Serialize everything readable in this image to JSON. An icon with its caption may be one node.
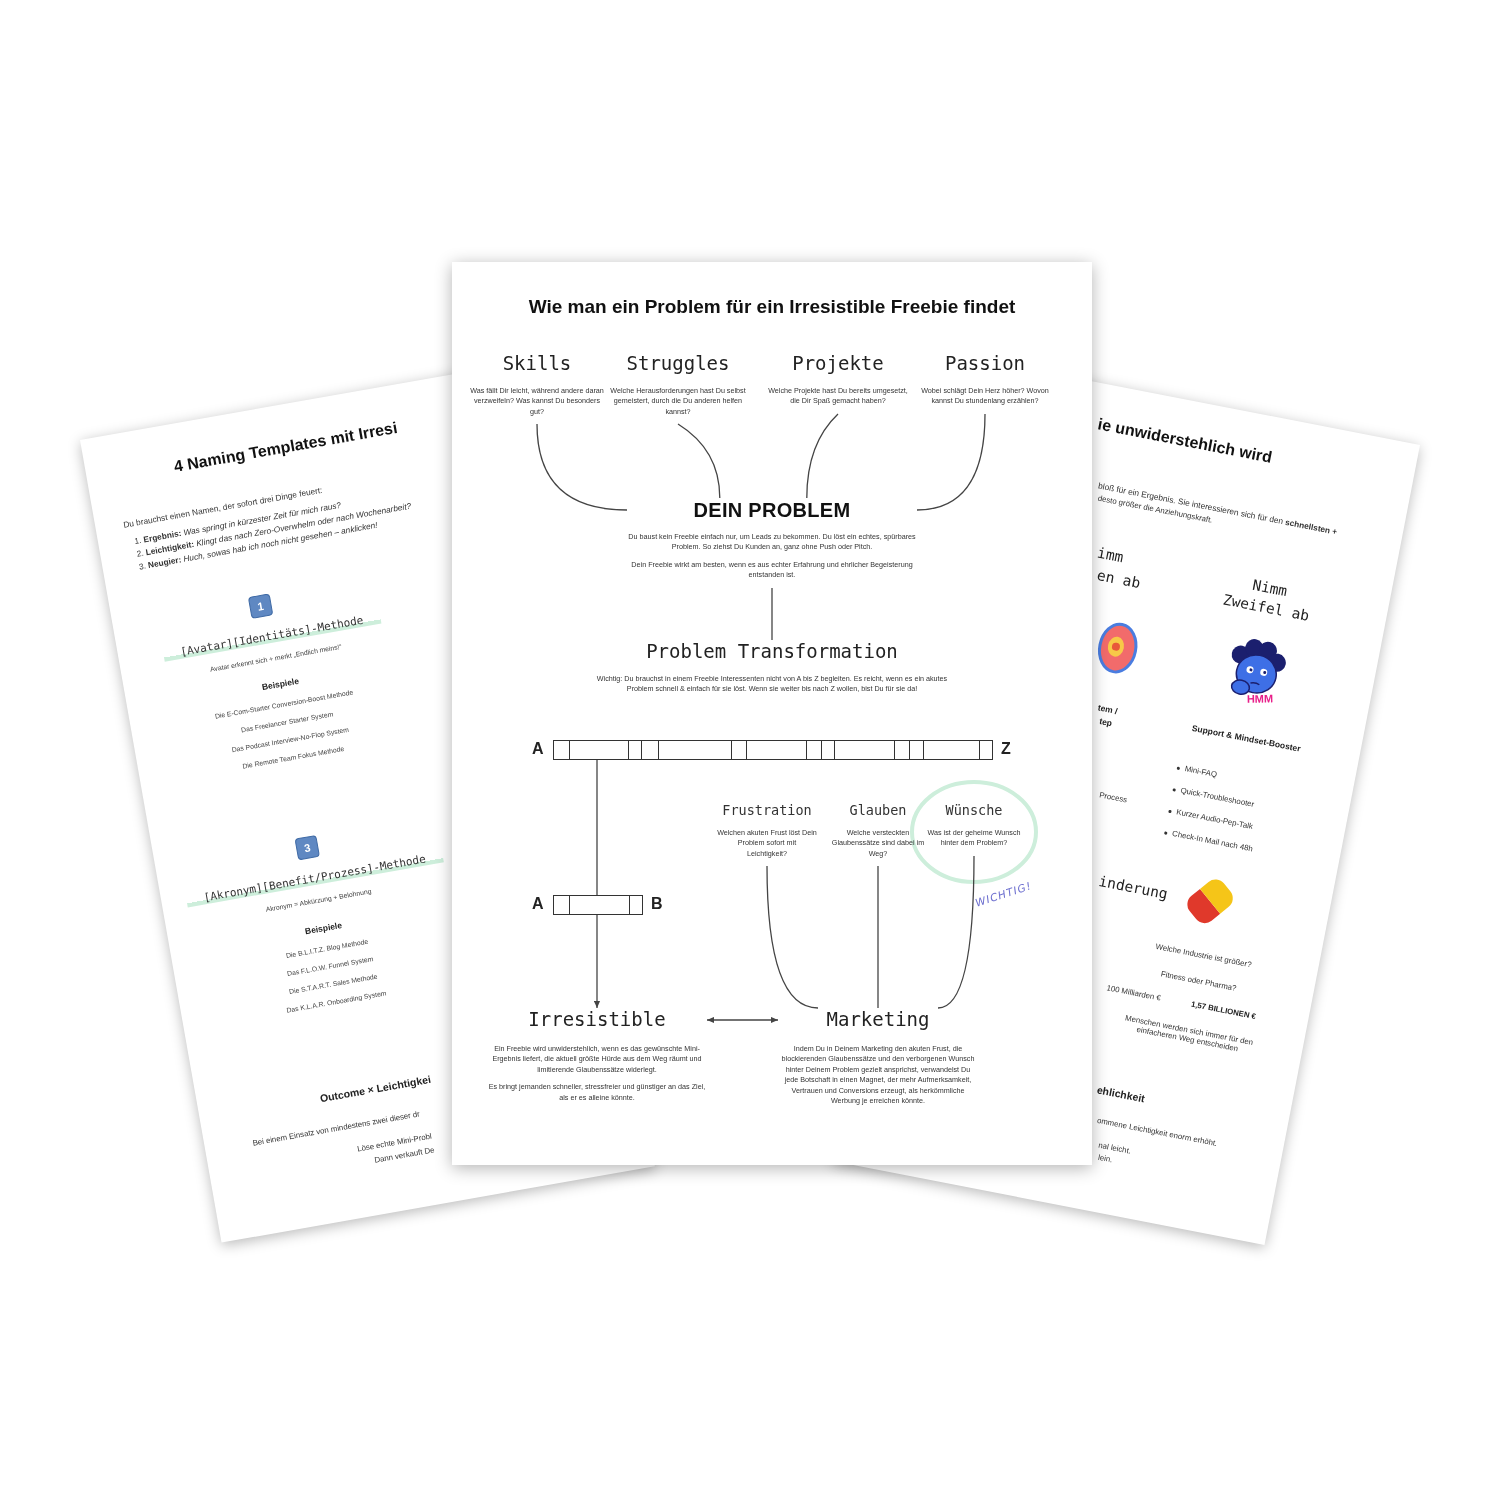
{
  "diagram": {
    "title": "Wie man ein Problem für ein Irresistible Freebie findet",
    "nodes": [
      {
        "text": [
          "Skills",
          "Was fällt Dir leicht, während andere daran verzweifeln? Was kannst Du besonders gut?"
        ]
      },
      {
        "text": [
          "Struggles",
          "Welche Herausforderungen hast Du selbst gemeistert, durch die Du anderen helfen kannst?"
        ]
      },
      {
        "text": [
          "Projekte",
          "Welche Projekte hast Du bereits umgesetzt, die Dir Spaß gemacht haben?"
        ]
      },
      {
        "text": [
          "Passion",
          "Wobei schlägt Dein Herz höher? Wovon kannst Du stundenlang erzählen?"
        ]
      },
      {
        "text": [
          "DEIN PROBLEM",
          "Du baust kein Freebie einfach nur, um Leads zu bekommen. Du löst ein echtes, spürbares Problem. So ziehst Du Kunden an, ganz ohne Push oder Pitch.",
          "Dein Freebie wirkt am besten, wenn es aus echter Erfahrung und ehrlicher Begeisterung entstanden ist."
        ]
      },
      {
        "text": [
          "Problem Transformation",
          "Wichtig: Du brauchst in einem Freebie Interessenten nicht von A bis Z begleiten. Es reicht, wenn es ein akutes Problem schnell & einfach für sie löst. Wenn sie weiter bis nach Z wollen, bist Du für sie da!"
        ]
      },
      {
        "text": [],
        "shape": "bar",
        "beside": [
          "A",
          "Z"
        ]
      },
      {
        "text": [
          "Frustration",
          "Welchen akuten Frust löst Dein Problem sofort mit Leichtigkeit?"
        ]
      },
      {
        "text": [
          "Glauben",
          "Welche versteckten Glaubenssätze sind dabei im Weg?"
        ]
      },
      {
        "text": [
          "Wünsche",
          "Was ist der geheime Wunsch hinter dem Problem?"
        ],
        "beside": [
          "WICHTIG!"
        ]
      },
      {
        "text": [],
        "shape": "bar",
        "beside": [
          "A",
          "B"
        ]
      },
      {
        "text": [
          "Irresistible",
          "Ein Freebie wird unwiderstehlich, wenn es das gewünschte Mini-Ergebnis liefert, die aktuell größte Hürde aus dem Weg räumt und limitierende Glaubenssätze widerlegt.",
          "Es bringt jemanden schneller, stressfreier und günstiger an das Ziel, als er es alleine könnte."
        ]
      },
      {
        "text": [
          "Marketing",
          "Indem Du in Deinem Marketing den akuten Frust, die blockierenden Glaubenssätze und den verborgenen Wunsch hinter Deinem Problem gezielt ansprichst, verwandelst Du jede Botschaft in einen Magnet, der mehr Aufmerksamkeit, Vertrauen und Conversions erzeugt, als herkömmliche Werbung je erreichen könnte."
        ]
      }
    ],
    "edges": [
      {
        "from": 0,
        "to": 4,
        "arrow": "none"
      },
      {
        "from": 1,
        "to": 4,
        "arrow": "none"
      },
      {
        "from": 2,
        "to": 4,
        "arrow": "none"
      },
      {
        "from": 3,
        "to": 4,
        "arrow": "none"
      },
      {
        "from": 4,
        "to": 5,
        "arrow": "none"
      },
      {
        "from": 6,
        "to": 10,
        "arrow": "none"
      },
      {
        "from": 10,
        "to": 11,
        "arrow": "to"
      },
      {
        "from": 7,
        "to": 12,
        "arrow": "none"
      },
      {
        "from": 8,
        "to": 12,
        "arrow": "none"
      },
      {
        "from": 9,
        "to": 12,
        "arrow": "none"
      },
      {
        "from": 11,
        "to": 12,
        "arrow": "both"
      }
    ],
    "labels": [
      "4 Naming Templates mit Irresi",
      "Du brauchst einen Namen, der sofort drei Dinge feuert:",
      "1. **Ergebnis:** *Was springt in kürzester Zeit für mich raus?*",
      "2. **Leichtigkeit:** *Klingt das nach Zero-Overwhelm oder nach Wochenarbeit?*",
      "3. **Neugier:** *Huch, sowas hab ich noch nicht gesehen – anklicken!*",
      "1",
      "[Avatar][Identitäts]-Methode",
      "Avatar erkennt sich + merkt „Endlich meins!“",
      "Beispiele",
      "Die E-Com-Starter Conversion-Boost Methode",
      "Das Freelancer Starter System",
      "Das Podcast Interview-No-Flop System",
      "Die Remote Team Fokus Methode",
      "3",
      "[Akronym][Benefit/Prozess]-Methode",
      "Akronym = Abkürzung + Belohnung",
      "Beispiele",
      "Die B.L.I.T.Z. Blog Methode",
      "Das F.L.O.W. Funnel System",
      "Die S.T.A.R.T. Sales Methode",
      "Das K.L.A.R. Onboarding System",
      "Outcome × Leichtigkei",
      "Bei einem Einsatz von mindestens zwei dieser dr",
      "Löse echte Mini-Probl",
      "Dann verkauft De",
      "ie unwiderstehlich wird",
      "bloß für ein Ergebnis. Sie interessieren sich für den **schnellsten +**",
      "desto größer die Anziehungskraft.",
      "imm",
      "en ab",
      "Nimm Zweifel ab",
      "HMM",
      "tem /",
      "tep",
      "Support & Mindset-Booster",
      "Process",
      "Mini-FAQ",
      "Quick-Troubleshooter",
      "Kurzer Audio-Pep-Talk",
      "Check-In Mail nach 48h",
      "inderung",
      "Welche Industrie ist größer?",
      "Fitness oder Pharma?",
      "100 Milliarden €",
      "1,57 BILLIONEN €",
      "Menschen werden sich immer für den einfacheren Weg entscheiden",
      "ehlichkeit",
      "ommene Leichtigkeit enorm erhöht.",
      "nal leicht.",
      "lein."
    ]
  }
}
